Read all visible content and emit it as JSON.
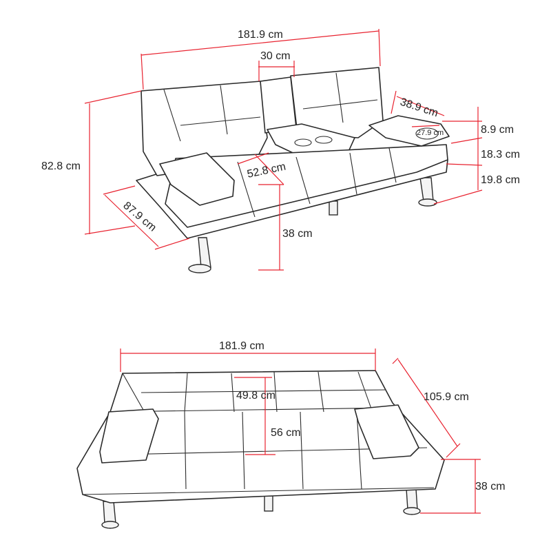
{
  "colors": {
    "outline": "#2a2a2a",
    "dimension": "#e8212e",
    "background": "#ffffff"
  },
  "views": {
    "upright": {
      "width": "181.9 cm",
      "console_width": "30 cm",
      "armrest_length": "38.9 cm",
      "armrest_width": "27.9 cm",
      "height": "82.8 cm",
      "depth": "87.9 cm",
      "seat_depth": "52.8 cm",
      "seat_height": "38 cm",
      "armrest_height": "8.9 cm",
      "cushion_thickness": "18.3 cm",
      "base_to_floor": "19.8 cm"
    },
    "bed": {
      "width": "181.9 cm",
      "depth": "105.9 cm",
      "gap": "49.8 cm",
      "section": "56 cm",
      "height": "38 cm"
    }
  }
}
